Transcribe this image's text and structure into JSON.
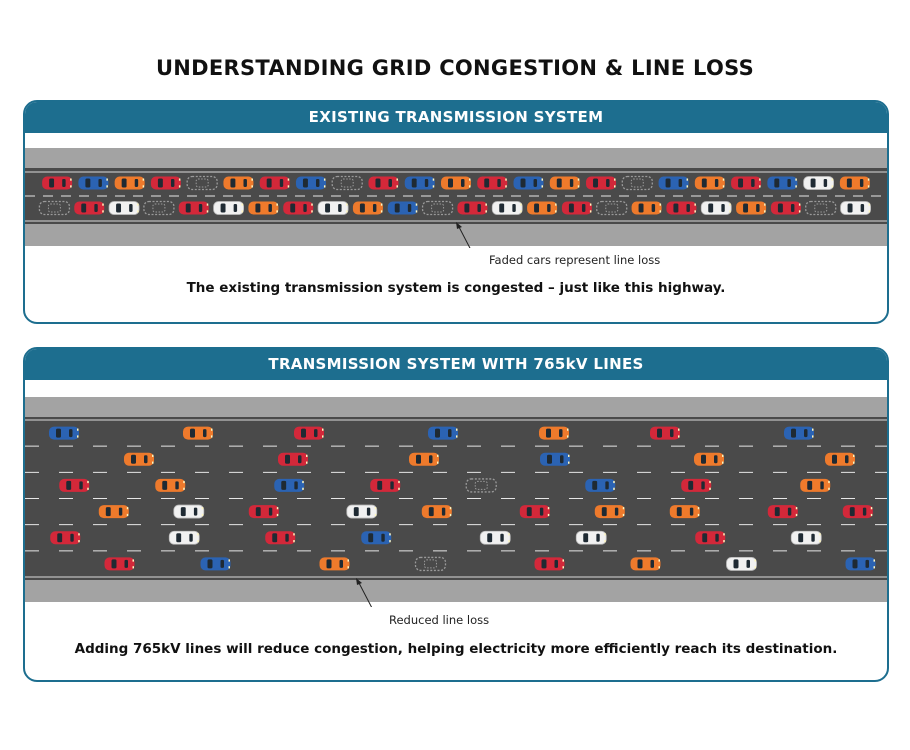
{
  "title": "UNDERSTANDING GRID CONGESTION & LINE LOSS",
  "panels": {
    "existing": {
      "header": "EXISTING TRANSMISSION SYSTEM",
      "callout": "Faded cars represent line loss",
      "caption": "The existing transmission system is congested – just like this highway."
    },
    "upgraded": {
      "header": "TRANSMISSION SYSTEM WITH 765kV LINES",
      "callout": "Reduced line loss",
      "caption": "Adding 765kV lines will reduce congestion, helping electricity more efficiently reach its destination."
    }
  },
  "colors": {
    "brand": "#1d6e8f",
    "asphalt": "#4a4a4a",
    "shoulder": "#a3a3a3",
    "car_red": "#d3283a",
    "car_blue": "#2b63b3",
    "car_orange": "#ee7a2c",
    "car_white": "#f1f1f1",
    "car_faded": "#8c8c8c"
  },
  "traffic": {
    "congested_lanes": [
      [
        "red",
        "blue",
        "orange",
        "red",
        "faded",
        "orange",
        "red",
        "blue",
        "faded",
        "red",
        "blue",
        "orange",
        "red",
        "blue",
        "orange",
        "red",
        "faded",
        "blue",
        "orange",
        "red",
        "blue",
        "white",
        "orange"
      ],
      [
        "faded",
        "red",
        "white",
        "faded",
        "red",
        "white",
        "orange",
        "red",
        "white",
        "orange",
        "blue",
        "faded",
        "red",
        "white",
        "orange",
        "red",
        "faded",
        "orange",
        "red",
        "white",
        "orange",
        "red",
        "faded",
        "white"
      ]
    ],
    "free_flow_lanes": [
      [
        "blue",
        "orange",
        "red",
        "blue",
        "orange",
        "red",
        "blue"
      ],
      [
        "orange",
        "red",
        "orange",
        "blue",
        "orange",
        "orange"
      ],
      [
        "red",
        "orange",
        "blue",
        "red",
        "faded",
        "blue",
        "red",
        "orange"
      ],
      [
        "orange",
        "white",
        "red",
        "white",
        "orange",
        "red",
        "orange",
        "orange",
        "red",
        "red"
      ],
      [
        "red",
        "white",
        "red",
        "blue",
        "white",
        "white",
        "red",
        "white"
      ],
      [
        "red",
        "blue",
        "orange",
        "faded",
        "red",
        "orange",
        "white",
        "blue"
      ]
    ]
  }
}
